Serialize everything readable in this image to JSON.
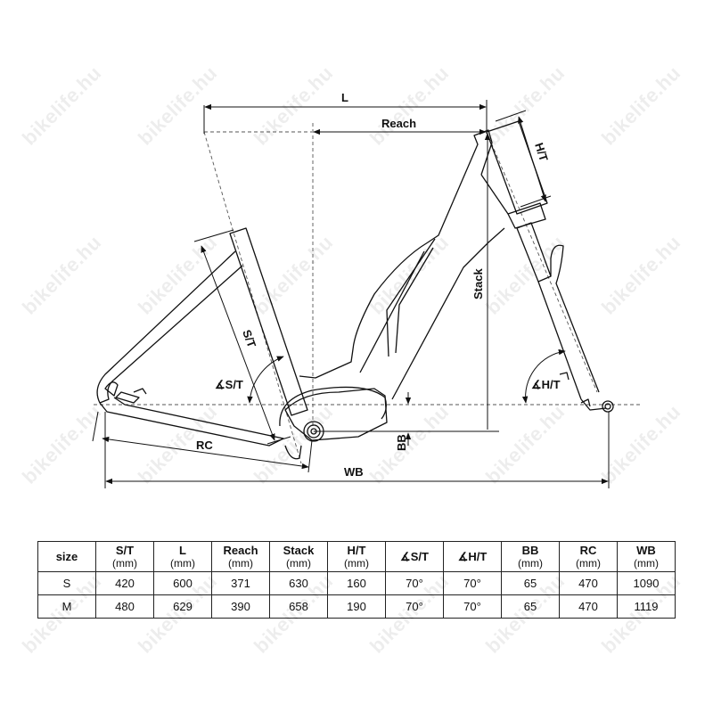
{
  "watermark": "bikelife.hu",
  "diagram": {
    "labels": {
      "L": "L",
      "reach": "Reach",
      "ht": "H/T",
      "stack": "Stack",
      "st": "S/T",
      "st_angle": "∡S/T",
      "ht_angle": "∡H/T",
      "bb": "BB",
      "rc": "RC",
      "wb": "WB"
    }
  },
  "table": {
    "columns": [
      {
        "key": "size",
        "label": "size",
        "unit": ""
      },
      {
        "key": "st",
        "label": "S/T",
        "unit": "(mm)"
      },
      {
        "key": "l",
        "label": "L",
        "unit": "(mm)"
      },
      {
        "key": "reach",
        "label": "Reach",
        "unit": "(mm)"
      },
      {
        "key": "stack",
        "label": "Stack",
        "unit": "(mm)"
      },
      {
        "key": "ht",
        "label": "H/T",
        "unit": "(mm)"
      },
      {
        "key": "st_angle",
        "label": "∡S/T",
        "unit": ""
      },
      {
        "key": "ht_angle",
        "label": "∡H/T",
        "unit": ""
      },
      {
        "key": "bb",
        "label": "BB",
        "unit": "(mm)"
      },
      {
        "key": "rc",
        "label": "RC",
        "unit": "(mm)"
      },
      {
        "key": "wb",
        "label": "WB",
        "unit": "(mm)"
      }
    ],
    "rows": [
      [
        "S",
        "420",
        "600",
        "371",
        "630",
        "160",
        "70°",
        "70°",
        "65",
        "470",
        "1090"
      ],
      [
        "M",
        "480",
        "629",
        "390",
        "658",
        "190",
        "70°",
        "70°",
        "65",
        "470",
        "1119"
      ]
    ]
  }
}
